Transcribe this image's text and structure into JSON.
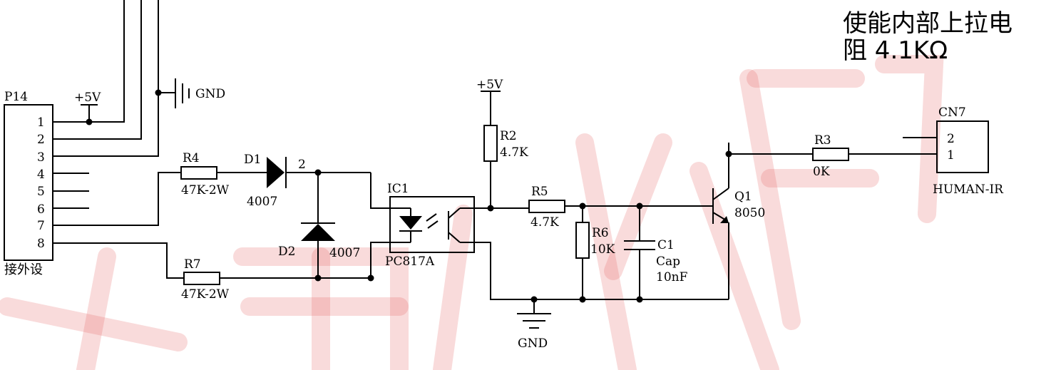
{
  "note": {
    "line1": "使能内部上拉电",
    "line2": "阻 4.1KΩ"
  },
  "connector_p14": {
    "ref": "P14",
    "pins": [
      "1",
      "2",
      "3",
      "4",
      "5",
      "6",
      "7",
      "8"
    ],
    "name": "接外设"
  },
  "power": {
    "vcc_left": "+5V",
    "vcc_mid": "+5V",
    "gnd_top": "GND",
    "gnd_bottom": "GND"
  },
  "r4": {
    "ref": "R4",
    "value": "47K-2W"
  },
  "r7": {
    "ref": "R7",
    "value": "47K-2W"
  },
  "d1": {
    "ref": "D1",
    "value": "4007",
    "pin": "2"
  },
  "d2": {
    "ref": "D2",
    "value": "4007"
  },
  "ic1": {
    "ref": "IC1",
    "value": "PC817A"
  },
  "r2": {
    "ref": "R2",
    "value": "4.7K"
  },
  "r5": {
    "ref": "R5",
    "value": "4.7K"
  },
  "r6": {
    "ref": "R6",
    "value": "10K"
  },
  "c1": {
    "ref": "C1",
    "type": "Cap",
    "value": "10nF"
  },
  "q1": {
    "ref": "Q1",
    "value": "8050"
  },
  "r3": {
    "ref": "R3",
    "value": "0K"
  },
  "cn7": {
    "ref": "CN7",
    "pins": [
      "2",
      "1"
    ],
    "name": "HUMAN-IR"
  },
  "colors": {
    "line": "#000000",
    "watermark": "#e45b5b"
  }
}
